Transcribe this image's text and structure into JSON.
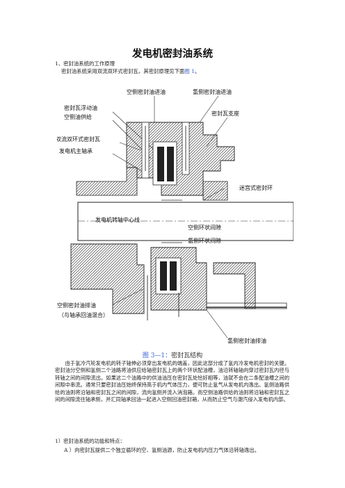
{
  "title": "发电机密封油系统",
  "section1": {
    "heading": "1、密封油系统的工作原理",
    "intro_text": "密封油系统采用双流双环式密封瓦，其密封原理见下面",
    "intro_ref": "图 1",
    "intro_end": "。"
  },
  "diagram": {
    "labels": {
      "air_inlet": "空侧密封油进油",
      "hyd_inlet": "氢侧密封油进油",
      "float_oil": "密封瓦浮动油",
      "air_supply": "空侧油供给",
      "seal_bracket": "密封瓦支座",
      "double_ring_seal": "双流双环式密封瓦",
      "main_bearing": "发电机主轴承",
      "labyrinth_ring": "迷宫式密封环",
      "rotor_center": "发电机转轴中心线",
      "air_gap": "空侧环状间隙",
      "hyd_gap": "氢侧环状间隙",
      "air_drain_1": "空侧密封油排油",
      "air_drain_2": "（与轴承回油混合）",
      "hyd_drain": "氢侧密封油排油"
    }
  },
  "caption": {
    "ref": "图 3—1：",
    "text": "密封瓦结构"
  },
  "paragraph": "由于氢冷汽轮发电机的转子轴伸必须穿出发电机的端盖，因此这部分成了氢内冷发电机密封的关键。密封油分空侧和氢侧二个油路将油供应给轴密封瓦上的两个环状配油槽，油沿转轴轴向穿过密封瓦内径与转轴之间的间隙流出。如果这二个油路中的供油油压在密封瓦处恰好相等，油就不会在二条配油槽之间的间隙中串流。通常只要密封油压始终保持高于机内气体压力，便可防止氢气从发电机内逸出。氢侧油路供给的油则将沿轴和密封瓦之间的间隙，流向氢侧并流入消泡箱。而空侧油路供给的油则将沿轴和密封瓦之间的间隙流往轴承侧，并汇同轴承回油一起进入空侧回油密封箱，从而防止空气与潮汽侵入发电机内部。",
  "section2": {
    "heading": "1）密封油系统的功能和特点：",
    "item_a": "A ）向密封瓦提供二个独立循环的空、氢侧油源，防止发电机内压力气体沿转轴逸出。"
  }
}
